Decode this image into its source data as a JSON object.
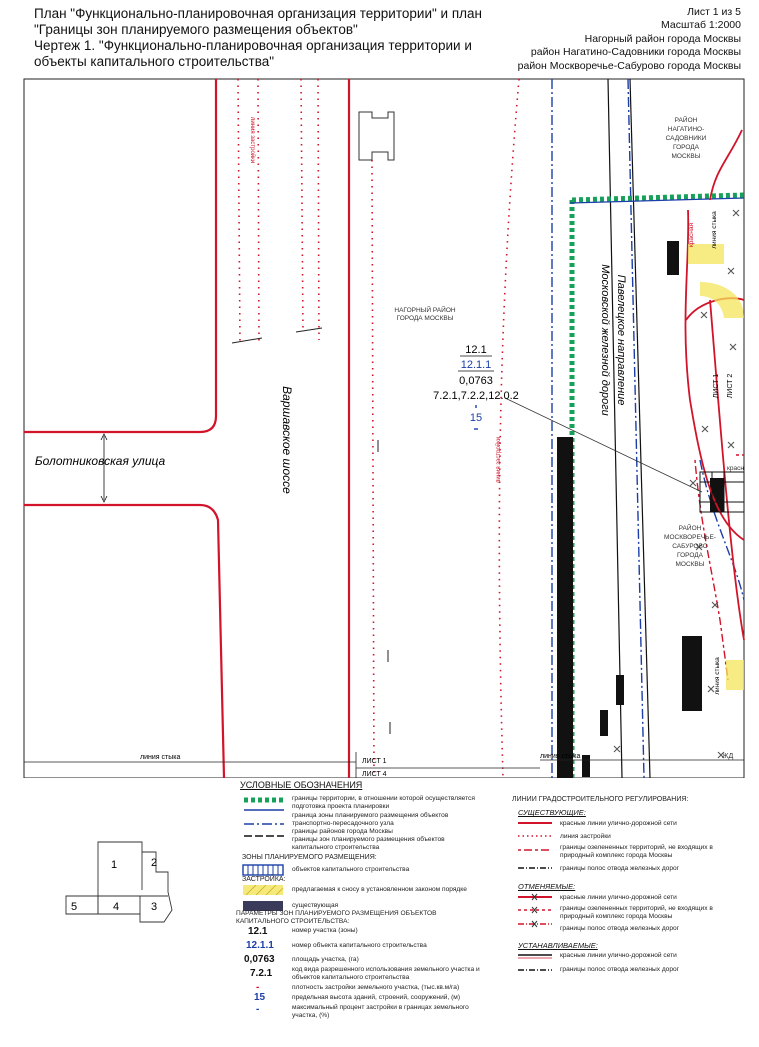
{
  "header": {
    "title_line1": "План \"Функционально-планировочная организация территории\" и план",
    "title_line2": "\"Границы зон планируемого размещения объектов\"",
    "title_line3": "Чертеж 1. \"Функционально-планировочная организация территории и",
    "title_line4": "объекты капитального строительства\"",
    "sheet": "Лист 1 из 5",
    "scale": "Масштаб 1:2000",
    "district1": "Нагорный район города Москвы",
    "district2": "район Нагатино-Садовники города Москвы",
    "district3": "район Москворечье-Сабурово города Москвы"
  },
  "map": {
    "street_bolotnikovskaya": "Болотниковская улица",
    "street_varshavskoe": "Варшавское шоссе",
    "district_nagorny": [
      "НАГОРНЫЙ РАЙОН",
      "ГОРОДА МОСКВЫ"
    ],
    "district_nagatino": [
      "РАЙОН",
      "НАГАТИНО-",
      "САДОВНИКИ",
      "ГОРОДА",
      "МОСКВЫ"
    ],
    "district_moskvorechye": [
      "РАЙОН",
      "МОСКВОРЕЧЬЕ-",
      "САБУРОВО",
      "ГОРОДА",
      "МОСКВЫ"
    ],
    "railway_line1": "Павелецкое направление",
    "railway_line2": "Московской железной дороги",
    "zone_number": "12.1",
    "object_number": "12.1.1",
    "area": "0,0763",
    "use_codes": "7.2.1,7.2.2,12.0.2",
    "height": "15",
    "vertical_label_building": "линия застройки",
    "vertical_label_red": "линия застройки",
    "bottom_label_junction_left": "линия стыка",
    "bottom_label_junction_mid": "линия стыка",
    "right_label_junction": "линия стыка",
    "right_label_junction2": "линия стыка",
    "right_label_red": "красная",
    "right_label_red2": "красн",
    "right_label_list1": "ЛИСТ 1",
    "right_label_list2": "ЛИСТ 2",
    "right_label_zhd": "ЖД",
    "sheet_list1": "ЛИСТ 1",
    "sheet_list4": "ЛИСТ 4"
  },
  "index_map": {
    "labels": [
      "1",
      "2",
      "3",
      "4",
      "5"
    ]
  },
  "legend": {
    "title": "УСЛОВНЫЕ ОБОЗНАЧЕНИЯ",
    "items": [
      "границы территории, в отношении которой осуществляется подготовка проекта планировки",
      "граница зоны планируемого размещения объектов транспортно-пересадочного узла",
      "границы районов города Москвы",
      "границы зон планируемого размещения объектов капитального строительства"
    ],
    "zones_title": "ЗОНЫ ПЛАНИРУЕМОГО РАЗМЕЩЕНИЯ:",
    "zones_item": "объектов капитального строительства",
    "built_title": "ЗАСТРОЙКА:",
    "built_items": [
      "предлагаемая к сносу в установленном законом порядке",
      "существующая"
    ],
    "params_title": "ПАРАМЕТРЫ ЗОН ПЛАНИРУЕМОГО РАЗМЕЩЕНИЯ ОБЪЕКТОВ КАПИТАЛЬНОГО СТРОИТЕЛЬСТВА:",
    "params": [
      {
        "value": "12.1",
        "text": "номер участка (зоны)"
      },
      {
        "value": "12.1.1",
        "text": "номер объекта капитального строительства"
      },
      {
        "value": "0,0763",
        "text": "площадь участка, (га)"
      },
      {
        "value": "7.2.1",
        "text": "код вида разрешенного использования земельного участка и объектов капитального строительства"
      },
      {
        "value": "-",
        "text": "плотность застройки земельного участка, (тыс.кв.м/га)"
      },
      {
        "value": "15",
        "text": "предельная высота зданий, строений, сооружений, (м)"
      },
      {
        "value": "-",
        "text": "максимальный процент застройки в границах земельного участка, (%)"
      }
    ],
    "regulation_title": "ЛИНИИ ГРАДОСТРОИТЕЛЬНОГО РЕГУЛИРОВАНИЯ:",
    "existing_title": "СУЩЕСТВУЮЩИЕ:",
    "existing_items": [
      "красные линии улично-дорожной сети",
      "линия застройки",
      "границы озелененных территорий, не входящих в природный комплекс города Москвы",
      "границы полос отвода железных дорог"
    ],
    "cancelled_title": "ОТМЕНЯЕМЫЕ:",
    "cancelled_items": [
      "красные линии улично-дорожной сети",
      "границы озелененных территорий, не входящих в природный комплекс города Москвы",
      "границы полос отвода железных дорог"
    ],
    "established_title": "УСТАНАВЛИВАЕМЫЕ:",
    "established_items": [
      "красные линии улично-дорожной сети",
      "границы полос отвода железных дорог"
    ]
  },
  "colors": {
    "red": "#d2142a",
    "green": "#17a05a",
    "blue": "#1b3ea8",
    "yellow": "#f4e45a",
    "black": "#111111"
  }
}
